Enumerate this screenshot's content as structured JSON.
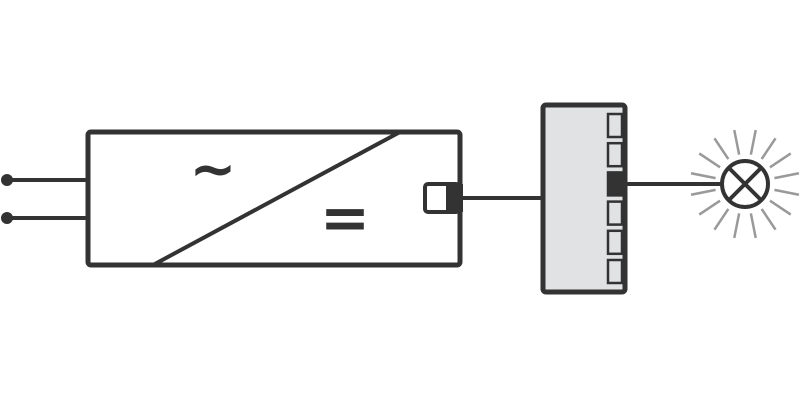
{
  "diagram": {
    "converter": {
      "input_symbol": "~",
      "output_symbol": "="
    },
    "distributor": {
      "slot_count": 6,
      "active_slot": 3
    },
    "lamp": {
      "symbol": "lamp-icon",
      "state": "lit"
    },
    "colors": {
      "stroke": "#333333",
      "distributor_fill": "#e1e2e4",
      "rays": "#999999",
      "background": "#ffffff"
    }
  }
}
